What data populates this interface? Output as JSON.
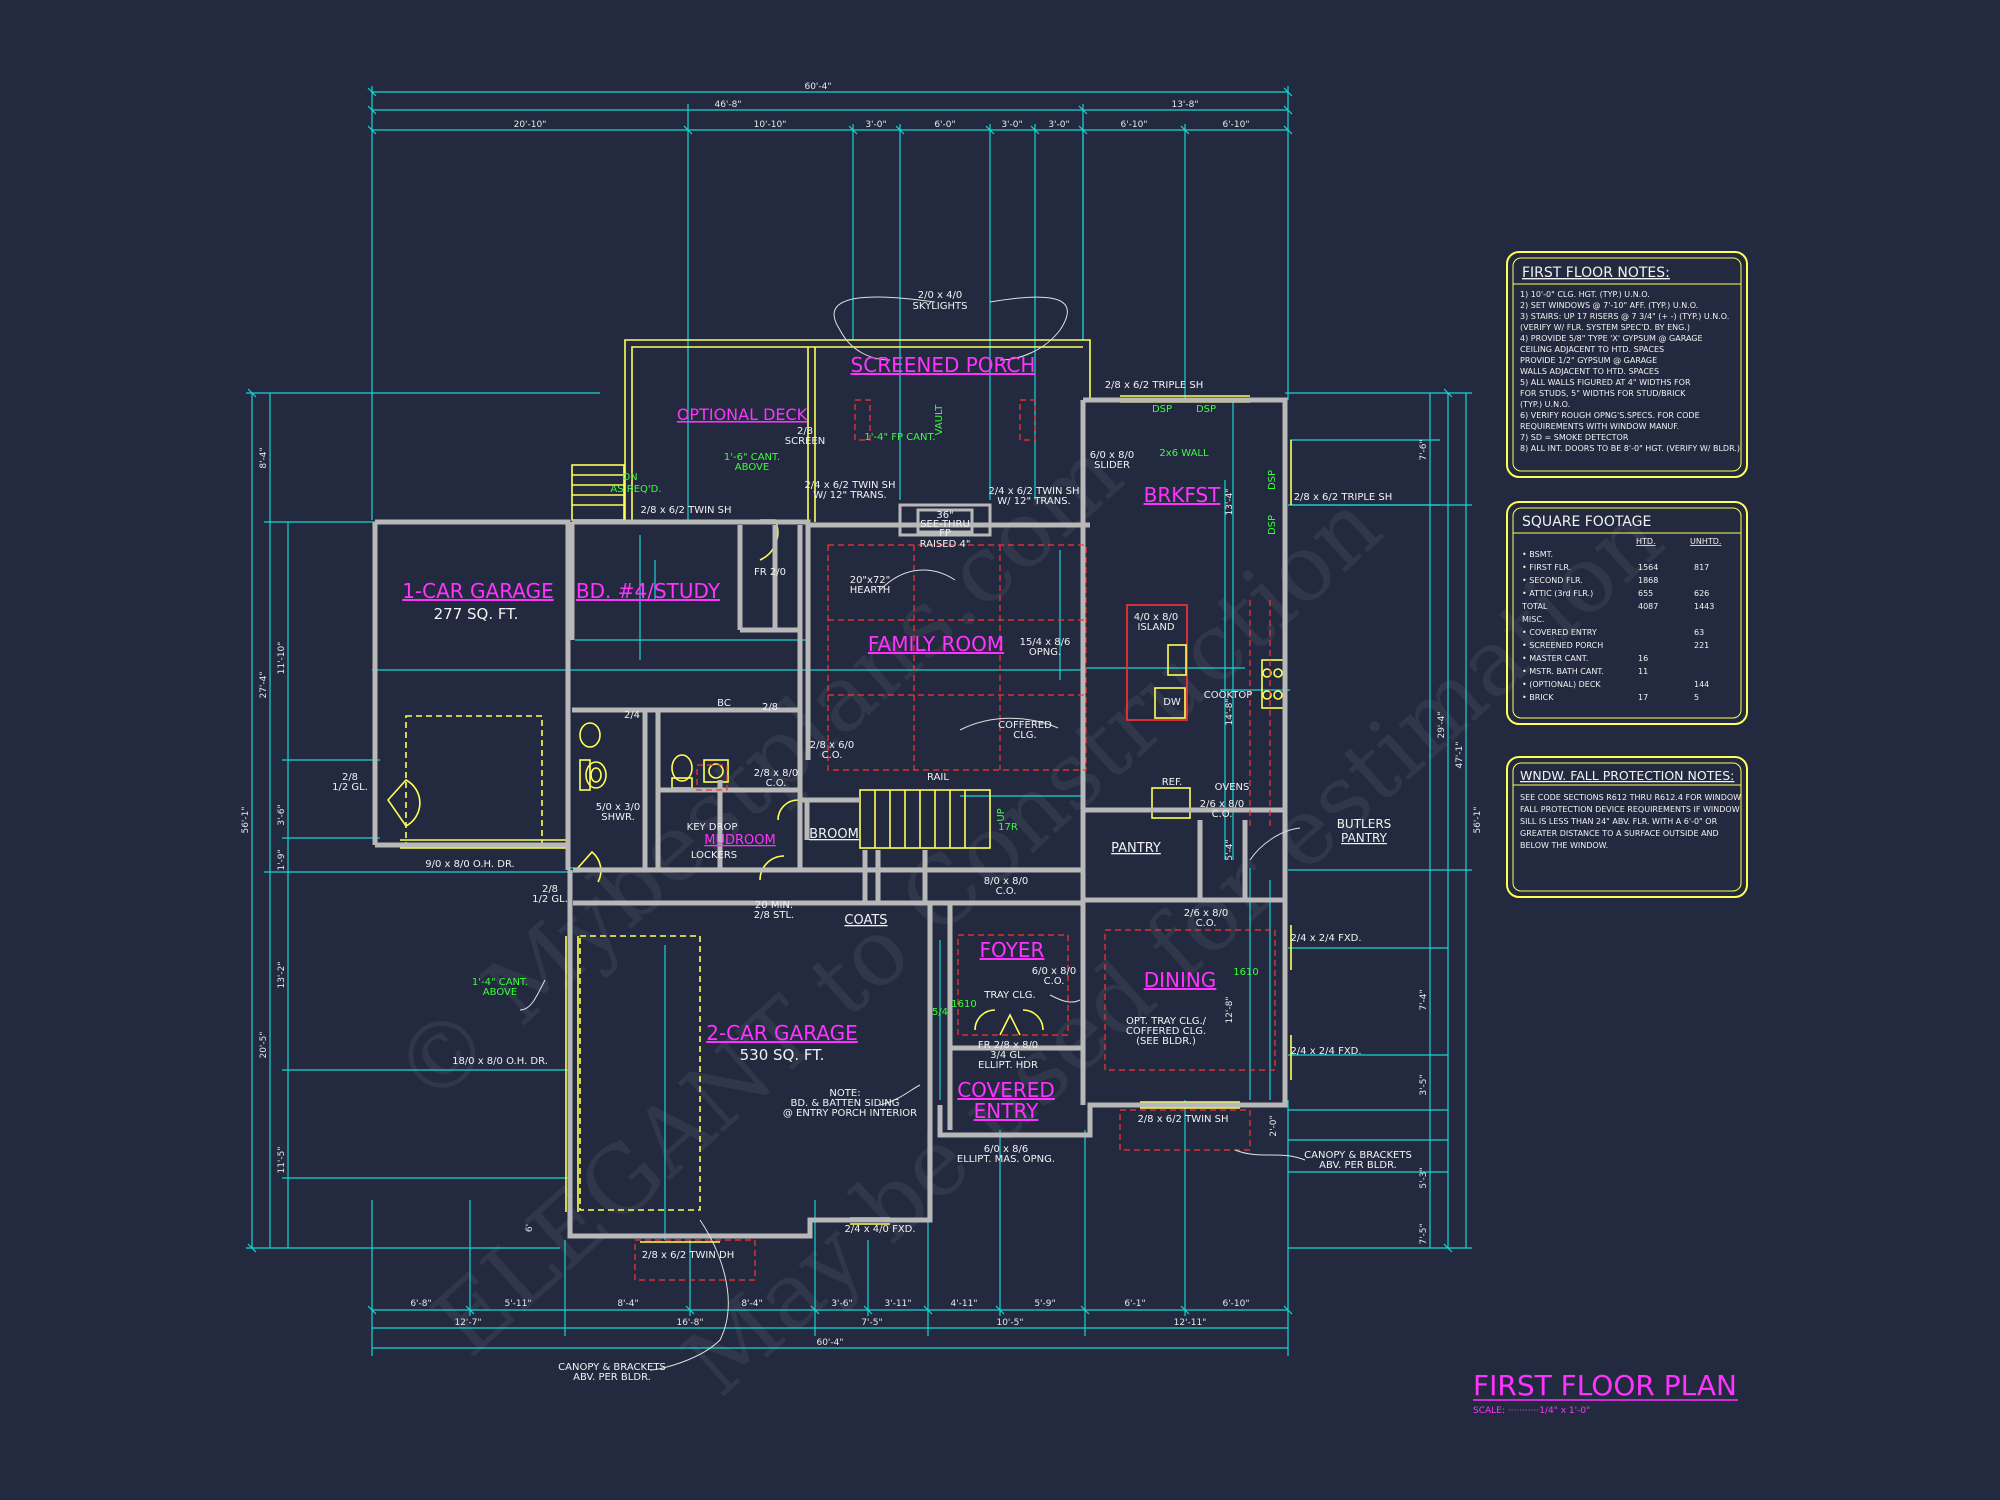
{
  "colors": {
    "background": "#232a3f",
    "dimension_line": "#19d3d3",
    "wall": "#b8b8b8",
    "annotation": "#ffff55",
    "room_label": "#ff33ff",
    "note_text": "#f2f2f2",
    "green_text": "#39ff39",
    "red_dash": "#ff3333"
  },
  "watermark": {
    "line1": "© Mybestplans.com",
    "line2": "ELEGANT to Construction",
    "line3": "May be used for estimation"
  },
  "title": {
    "main": "FIRST FLOOR PLAN",
    "scale": "SCALE:  ···········1/4\" x 1'-0\""
  },
  "dimensions": {
    "top_overall": "60'-4\"",
    "top_row2": [
      "46'-8\"",
      "13'-8\""
    ],
    "top_row3": [
      "20'-10\"",
      "10'-10\"",
      "3'-0\"",
      "6'-0\"",
      "3'-0\"",
      "3'-0\"",
      "6'-10\"",
      "6'-10\""
    ],
    "bottom_row1": [
      "6'-8\"",
      "5'-11\"",
      "8'-4\"",
      "8'-4\"",
      "3'-6\"",
      "3'-11\"",
      "4'-11\"",
      "5'-9\"",
      "6'-1\"",
      "6'-10\""
    ],
    "bottom_row2": [
      "12'-7\"",
      "16'-8\"",
      "7'-5\"",
      "10'-5\"",
      "12'-11\""
    ],
    "bottom_overall": "60'-4\"",
    "left_overall": "56'-1\"",
    "left_parts": [
      "8'-4\"",
      "27'-4\"",
      "20'-5\""
    ],
    "left_sub": [
      "11'-10\"",
      "3'-6\"",
      "1'-9\"",
      "13'-2\"",
      "11'-5\"",
      "6'"
    ],
    "right_overall": "56'-1\"",
    "right_parts": [
      "47'-1\"",
      "29'-4\""
    ],
    "right_sub": [
      "7'-6\"",
      "13'-4\"",
      "14'-8\"",
      "5'-4\"",
      "12'-8\"",
      "7'-4\"",
      "3'-5\"",
      "2'-0\"",
      "5'-3\"",
      "7'-5\""
    ]
  },
  "rooms": {
    "screened_porch": "SCREENED PORCH",
    "optional_deck": "OPTIONAL DECK",
    "one_car_garage": "1-CAR GARAGE",
    "one_car_area": "277 SQ. FT.",
    "bd4_study": "BD. #4/STUDY",
    "family_room": "FAMILY ROOM",
    "brkfst": "BRKFST",
    "mudroom": "MUDROOM",
    "broom": "BROOM",
    "foyer": "FOYER",
    "dining": "DINING",
    "two_car_garage": "2-CAR GARAGE",
    "two_car_area": "530 SQ. FT.",
    "covered_entry_1": "COVERED",
    "covered_entry_2": "ENTRY",
    "pantry": "PANTRY",
    "coats": "COATS",
    "butlers_pantry_1": "BUTLERS",
    "butlers_pantry_2": "PANTRY"
  },
  "annotations": {
    "skylights_1": "2/0 x 4/0",
    "skylights_2": "SKYLIGHTS",
    "triple_sh_top": "2/8 x 6/2 TRIPLE SH",
    "triple_sh_right": "2/8 x 6/2 TRIPLE SH",
    "dsp": "DSP",
    "screen_1": "2/8",
    "screen_2": "SCREEN",
    "fp_cant": "1'-4\" FP CANT.",
    "vault": "VAULT",
    "slider_1": "6/0 x 8/0",
    "slider_2": "SLIDER",
    "wall_2x6": "2x6 WALL",
    "cant_above_1": "1'-6\" CANT.",
    "cant_above_2": "ABOVE",
    "on_req_1": "ON",
    "on_req_2": "AS REQ'D.",
    "twin_sh_porch_1": "2/4 x 6/2 TWIN SH",
    "twin_sh_porch_2": "W/ 12\" TRANS.",
    "twin_sh_porch_b1": "2/4 x 6/2 TWIN SH",
    "twin_sh_porch_b2": "W/ 12\" TRANS.",
    "see_thru_1": "36\"",
    "see_thru_2": "SEE-THRU",
    "see_thru_3": "FP",
    "raised": "RAISED 4\"",
    "twin_sh_deck": "2/8 x 6/2 TWIN SH",
    "hearth_1": "20\"x72\"",
    "hearth_2": "HEARTH",
    "fr_20": "FR 2/0",
    "opng_1": "15/4 x 8/6",
    "opng_2": "OPNG.",
    "island_1": "4/0 x 8/0",
    "island_2": "ISLAND",
    "dw": "DW",
    "cooktop": "COOKTOP",
    "coffered_1": "COFFERED",
    "coffered_2": "CLG.",
    "co_28_1": "2/8 x 6/0",
    "co_28_2": "C.O.",
    "co_28b_1": "2/8 x 8/0",
    "co_28b_2": "C.O.",
    "rail": "RAIL",
    "ref": "REF.",
    "ovens": "OVENS",
    "co_26_1": "2/6 x 8/0",
    "co_26_2": "C.O.",
    "co_26b_1": "2/6 x 8/0",
    "co_26b_2": "C.O.",
    "co_80_1": "8/0 x 8/0",
    "co_80_2": "C.O.",
    "gl_28_1": "2/8",
    "gl_28_2": "1/2 GL.",
    "gl_28b_1": "2/8",
    "gl_28b_2": "1/2 GL.",
    "ohdr_9": "9/0 x 8/0 O.H. DR.",
    "ohdr_18": "18/0 x 8/0 O.H. DR.",
    "shwr_1": "5/0 x 3/0",
    "shwr_2": "SHWR.",
    "key_drop": "KEY DROP",
    "lockers": "LOCKERS",
    "min_1": "20 MIN.",
    "min_2": "2/8 STL.",
    "cant_4_1": "1'-4\" CANT.",
    "cant_4_2": "ABOVE",
    "tray": "TRAY CLG.",
    "co_60_1": "6/0 x 8/0",
    "co_60_2": "C.O.",
    "opt_tray_1": "OPT. TRAY CLG./",
    "opt_tray_2": "COFFERED CLG.",
    "opt_tray_3": "(SEE BLDR.)",
    "fr_28_1": "FR 2/8 x 8/0",
    "fr_28_2": "3/4 GL.",
    "fr_28_3": "ELLIPT. HDR",
    "ellipt_1": "6/0 x 8/6",
    "ellipt_2": "ELLIPT. MAS. OPNG.",
    "note_1": "NOTE:",
    "note_2": "BD. & BATTEN SIDING",
    "note_3": "@ ENTRY PORCH INTERIOR",
    "twin_sh_dining": "2/8 x 6/2 TWIN SH",
    "fxd_24_1": "2/4 x 2/4 FXD.",
    "fxd_24_2": "2/4 x 2/4 FXD.",
    "canopy_r_1": "CANOPY & BRACKETS",
    "canopy_r_2": "ABV. PER BLDR.",
    "fxd_bottom": "2/4 x 4/0 FXD.",
    "twin_dh": "2/8 x 6/2 TWIN DH",
    "canopy_b_1": "CANOPY & BRACKETS",
    "canopy_b_2": "ABV. PER BLDR.",
    "bc": "BC",
    "d24": "2/4",
    "d28": "2/8",
    "up_17": "UP",
    "tr_17": "17R",
    "d_1610": "1610",
    "d_54": "5/4"
  },
  "notes": {
    "first_floor": {
      "title": "FIRST FLOOR NOTES:",
      "lines": [
        "1) 10'-0\"  CLG. HGT. (TYP.) U.N.O.",
        "2) SET WINDOWS @ 7'-10\" AFF. (TYP.) U.N.O.",
        "3) STAIRS: UP 17 RISERS @ 7 3/4\" (+ -) (TYP.) U.N.O.",
        "    (VERIFY W/ FLR. SYSTEM SPEC'D. BY ENG.)",
        "4) PROVIDE 5/8\" TYPE 'X' GYPSUM @ GARAGE",
        "    CEILING ADJACENT TO HTD. SPACES",
        "    PROVIDE 1/2\" GYPSUM @ GARAGE",
        "    WALLS ADJACENT TO HTD. SPACES",
        "5) ALL WALLS FIGURED AT 4\" WIDTHS FOR",
        "    FOR STUDS, 5\" WIDTHS FOR STUD/BRICK",
        "    (TYP.) U.N.O.",
        "6) VERIFY ROUGH OPNG'S.SPECS. FOR CODE",
        "    REQUIREMENTS WITH WINDOW MANUF.",
        "7) SD = SMOKE DETECTOR",
        "8) ALL INT. DOORS TO BE 8'-0\" HGT. (VERIFY W/ BLDR.)"
      ]
    },
    "square_footage": {
      "title": "SQUARE FOOTAGE",
      "col_htd": "HTD.",
      "col_unhtd": "UNHTD.",
      "rows": [
        {
          "label": "• BSMT.",
          "htd": "",
          "unhtd": ""
        },
        {
          "label": "• FIRST FLR.",
          "htd": "1564",
          "unhtd": "817"
        },
        {
          "label": "• SECOND FLR.",
          "htd": "1868",
          "unhtd": ""
        },
        {
          "label": "• ATTIC (3rd FLR.)",
          "htd": "655",
          "unhtd": "626"
        },
        {
          "label": "TOTAL",
          "htd": "4087",
          "unhtd": "1443"
        },
        {
          "label": "MISC.",
          "htd": "",
          "unhtd": ""
        },
        {
          "label": "• COVERED ENTRY",
          "htd": "",
          "unhtd": "63"
        },
        {
          "label": "• SCREENED PORCH",
          "htd": "",
          "unhtd": "221"
        },
        {
          "label": "• MASTER CANT.",
          "htd": "16",
          "unhtd": ""
        },
        {
          "label": "• MSTR. BATH CANT.",
          "htd": "11",
          "unhtd": ""
        },
        {
          "label": "• (OPTIONAL) DECK",
          "htd": "",
          "unhtd": "144"
        },
        {
          "label": "• BRICK",
          "htd": "17",
          "unhtd": "5"
        }
      ]
    },
    "window_fall": {
      "title": "WNDW. FALL PROTECTION NOTES:",
      "lines": [
        "SEE CODE SECTIONS R612 THRU R612.4 FOR WINDOW",
        "FALL PROTECTION DEVICE REQUIREMENTS IF WINDOW",
        "SILL IS LESS THAN 24\" ABV. FLR. WITH A 6'-0\" OR",
        "GREATER DISTANCE TO A SURFACE OUTSIDE AND",
        "BELOW THE WINDOW."
      ]
    }
  }
}
